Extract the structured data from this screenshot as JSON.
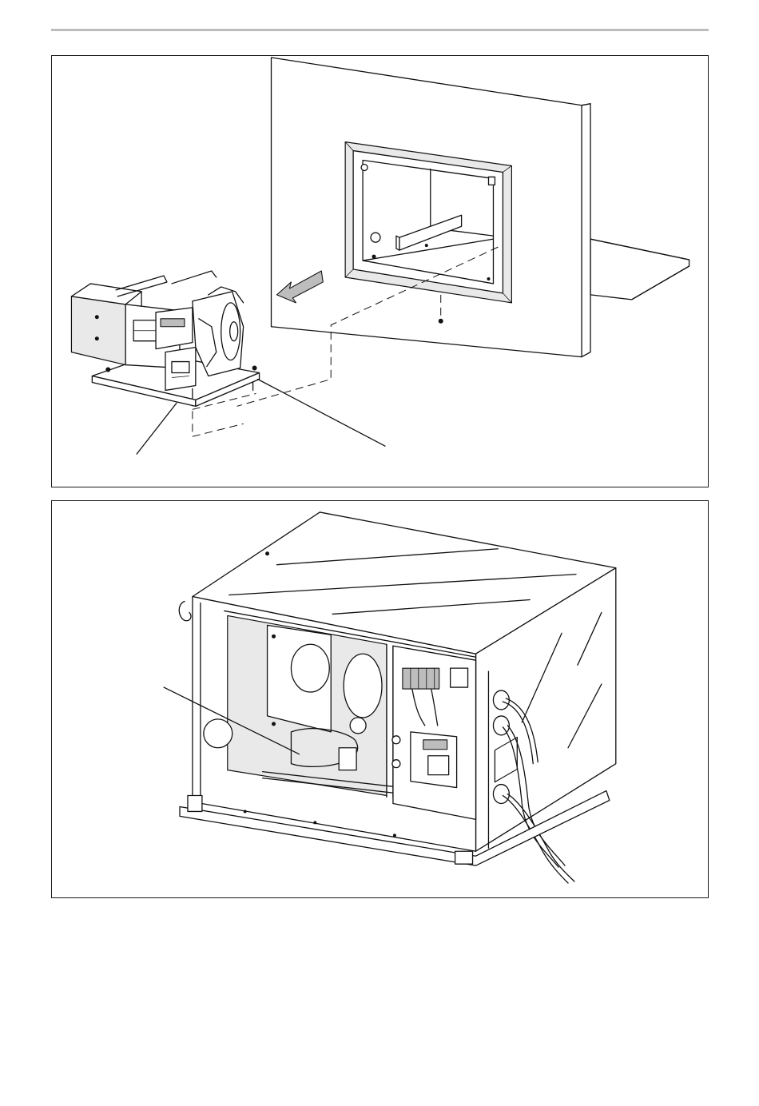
{
  "page": {
    "header_rule": "horizontal-rule",
    "figures": [
      {
        "id": "fig1",
        "subject": "unit-slide-out-from-wall-opening"
      },
      {
        "id": "fig2",
        "subject": "unit-rear-view-with-connections"
      }
    ]
  },
  "colors": {
    "line": "#111111",
    "rule": "#bdbdbd",
    "background": "#ffffff",
    "shade": "#e9e9e9"
  }
}
